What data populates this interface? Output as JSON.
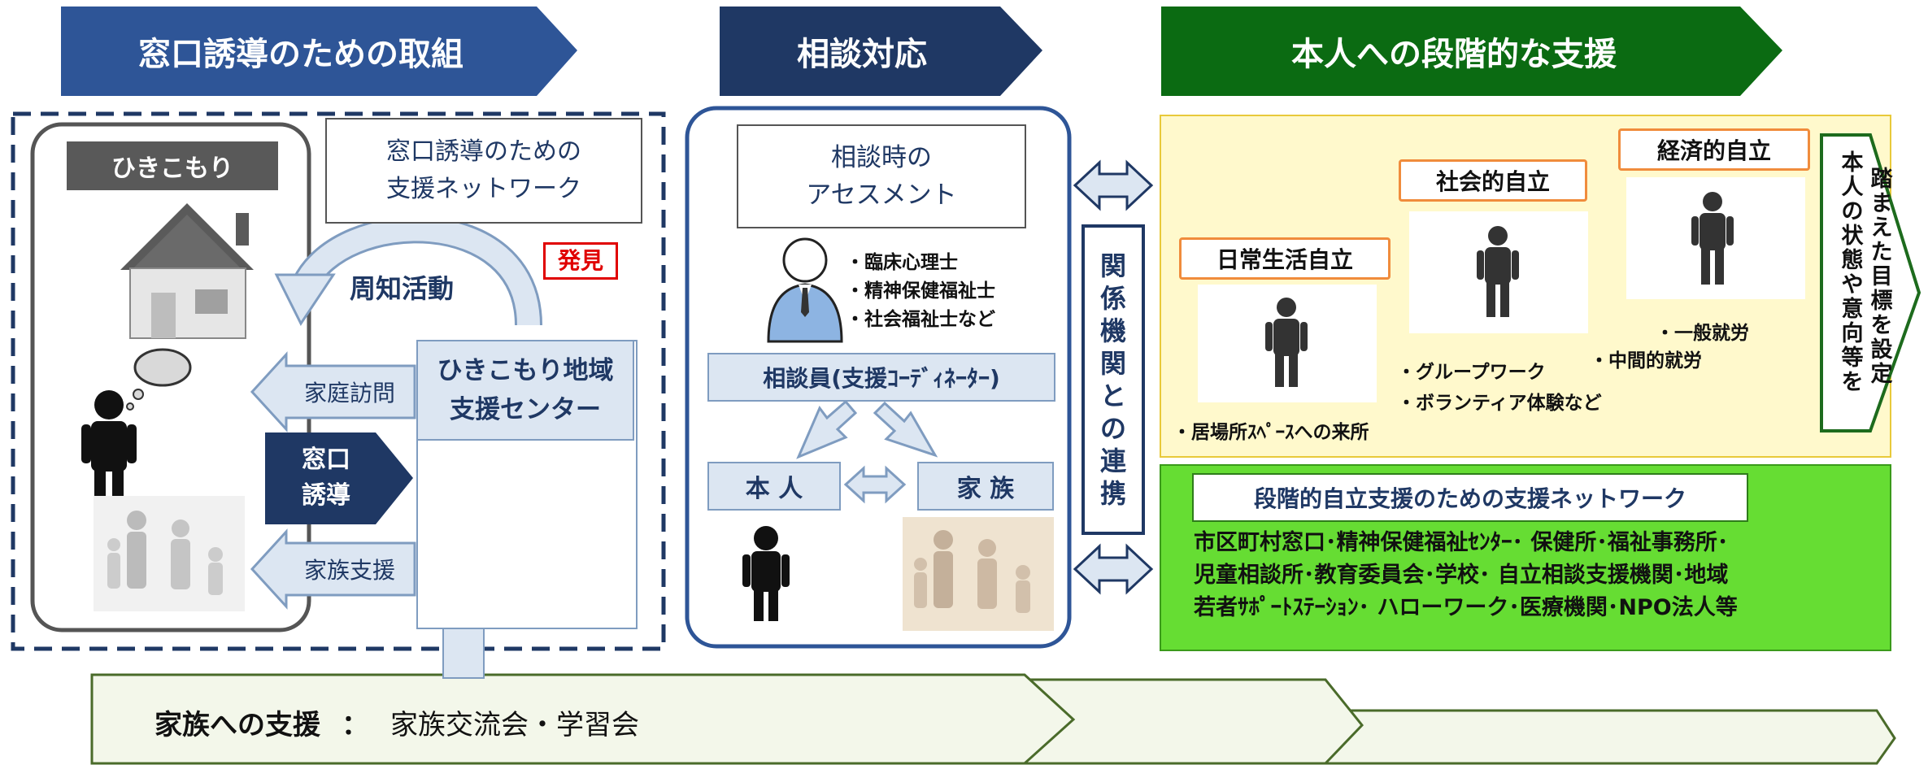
{
  "headers": {
    "left": "窓口誘導のための取組",
    "middle": "相談対応",
    "right": "本人への段階的な支援"
  },
  "left": {
    "hikikomori_label": "ひきこもり",
    "network_box": [
      "窓口誘導のための",
      "支援ネットワーク"
    ],
    "publicity": "周知活動",
    "discovery": "発見",
    "home_visit": "家庭訪問",
    "window_guidance": [
      "窓口",
      "誘導"
    ],
    "family_support_arrow": "家族支援",
    "center": [
      "ひきこもり地域",
      "支援センター"
    ]
  },
  "middle": {
    "assessment": [
      "相談時の",
      "アセスメント"
    ],
    "specialists": [
      "・臨床心理士",
      "・精神保健福祉士",
      "・社会福祉士など"
    ],
    "counselor": "相談員(支援ｺｰﾃﾞｨﾈｰﾀｰ)",
    "person": "本 人",
    "family": "家 族"
  },
  "link": {
    "vertical_text": [
      "関",
      "係",
      "機",
      "関",
      "と",
      "の",
      "連",
      "携"
    ]
  },
  "right": {
    "daily_life": "日常生活自立",
    "social": "社会的自立",
    "economic": "経済的自立",
    "bullet_place": "・居場所ｽﾍﾟｰｽへの来所",
    "bullet_group": "・グループワーク",
    "bullet_volunteer": "・ボランティア体験など",
    "bullet_intermediate": "・中間的就労",
    "bullet_general": "・一般就労",
    "goal_col1": "本人の状態や意向等を",
    "goal_col2": "踏まえた目標を設定",
    "network_title": "段階的自立支援のための支援ネットワーク",
    "network_lines": [
      "市区町村窓口･精神保健福祉ｾﾝﾀｰ･ 保健所･福祉事務所･",
      "児童相談所･教育委員会･学校･ 自立相談支援機関･地域",
      "若者ｻﾎﾟｰﾄｽﾃｰｼｮﾝ･ ハローワーク･医療機関･NPO法人等"
    ]
  },
  "bottom": {
    "label": "家族への支援",
    "separator": "：",
    "content": "家族交流会・学習会"
  },
  "colors": {
    "header_left": "#2e5597",
    "header_middle": "#1f3864",
    "header_right": "#0b6b12",
    "yellow_bg": "#fff9cc",
    "green_bg": "#66dd33",
    "pale_blue": "#dce6f2",
    "orange": "#f08c3c"
  }
}
